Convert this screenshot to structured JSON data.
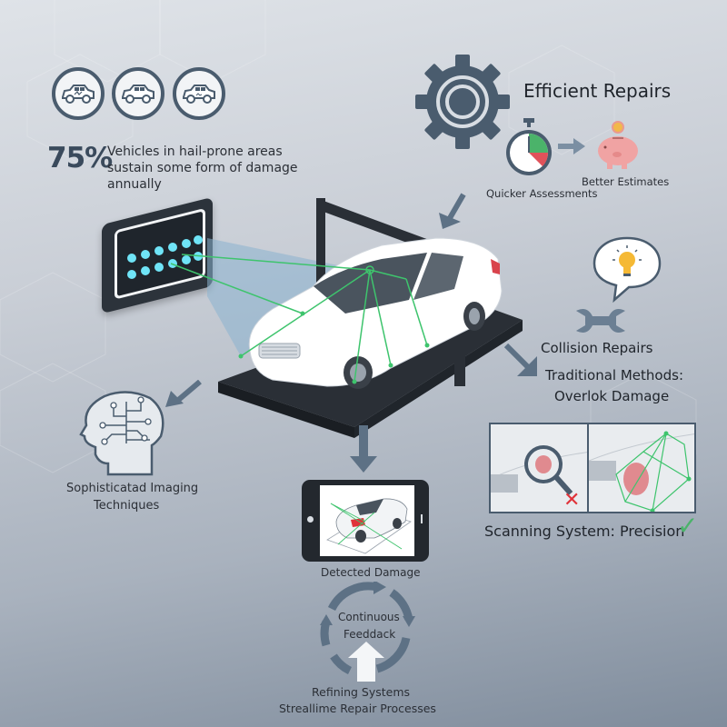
{
  "stat": {
    "value": "75%",
    "text": "Vehicles in hail-prone areas sustain some form of damage annually",
    "car_icons": [
      "damaged-car-icon",
      "car-icon",
      "dented-car-icon"
    ]
  },
  "efficient_repairs": {
    "title": "Efficient Repairs",
    "quicker": "Quicker Assessments",
    "better": "Better Estimates",
    "icons": [
      "gear-icon",
      "stopwatch-icon",
      "arrow-right-icon",
      "piggy-bank-icon"
    ]
  },
  "collision": {
    "title": "Collision Repairs",
    "traditional_line1": "Traditional Methods:",
    "traditional_line2": "Overlok Damage",
    "icons": [
      "lightbulb-speech-icon",
      "wrench-icon"
    ]
  },
  "comparison": {
    "caption": "Scanning System: Precision",
    "left_mark": "✕",
    "right_mark": "✓"
  },
  "imaging": {
    "line1": "Sophisticatad Imaging",
    "line2": "Techniques"
  },
  "tablet": {
    "caption": "Detected Damage"
  },
  "feedback": {
    "line1": "Continuous",
    "line2": "Feeddack"
  },
  "refining": {
    "line1": "Refining Systems",
    "line2": "Streallime Repair Processes"
  },
  "colors": {
    "accent_dark": "#4a5c6e",
    "scan_green": "#3ec46d",
    "damage_red": "#e0525a",
    "light_blue": "#5fd6f0",
    "bulb_yellow": "#f5b935"
  }
}
